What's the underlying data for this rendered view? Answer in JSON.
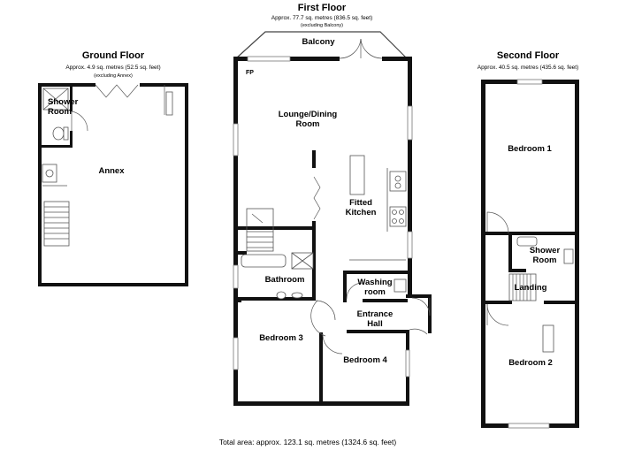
{
  "floors": {
    "ground": {
      "title": "Ground Floor",
      "area": "Approx. 4.9 sq. metres (52.5 sq. feet)",
      "note": "(excluding Annex)",
      "rooms": {
        "shower_line1": "Shower",
        "shower_line2": "Room",
        "annex": "Annex"
      }
    },
    "first": {
      "title": "First Floor",
      "area": "Approx. 77.7 sq. metres (836.5 sq. feet)",
      "note": "(excluding Balcony)",
      "rooms": {
        "balcony": "Balcony",
        "fp": "FP",
        "lounge_line1": "Lounge/Dining",
        "lounge_line2": "Room",
        "kitchen_line1": "Fitted",
        "kitchen_line2": "Kitchen",
        "bathroom": "Bathroom",
        "washing_line1": "Washing",
        "washing_line2": "room",
        "hall_line1": "Entrance",
        "hall_line2": "Hall",
        "bedroom3": "Bedroom 3",
        "bedroom4": "Bedroom 4"
      }
    },
    "second": {
      "title": "Second Floor",
      "area": "Approx. 40.5 sq. metres (435.6 sq. feet)",
      "rooms": {
        "bedroom1": "Bedroom 1",
        "shower_line1": "Shower",
        "shower_line2": "Room",
        "landing": "Landing",
        "bedroom2": "Bedroom 2"
      }
    }
  },
  "total_area": "Total area: approx. 123.1 sq. metres (1324.6 sq. feet)"
}
